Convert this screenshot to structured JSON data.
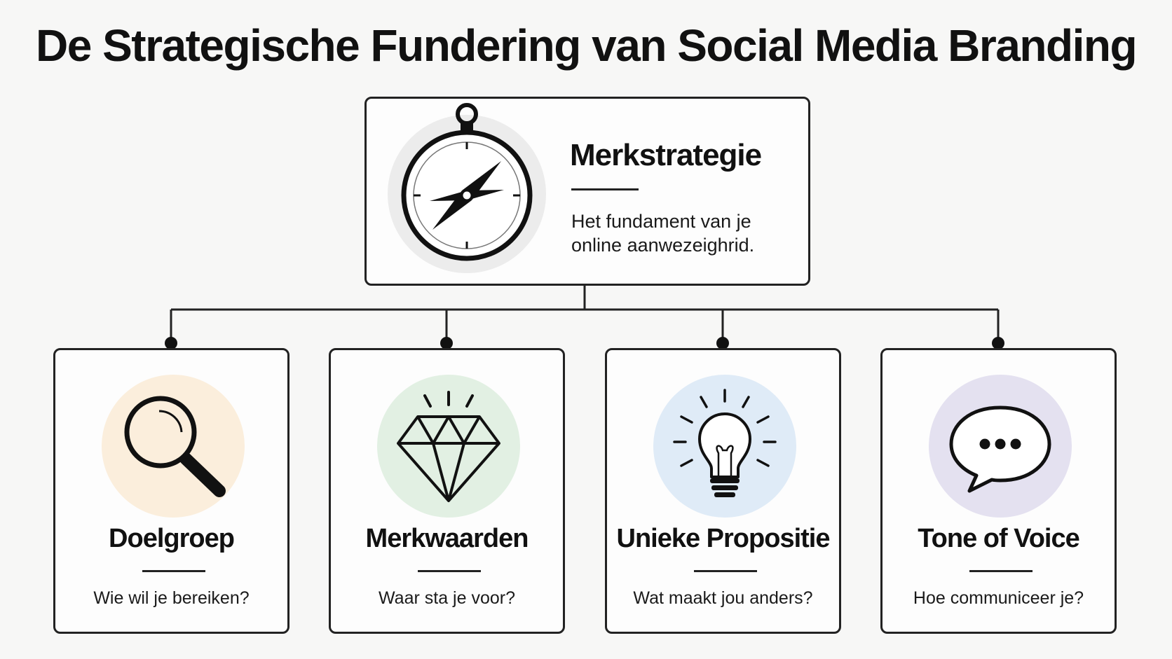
{
  "title": "De Strategische Fundering van Social Media Branding",
  "root": {
    "heading": "Merkstrategie",
    "description": "Het fundament van je online aanwezeighrid.",
    "icon": "compass-icon"
  },
  "pillars": [
    {
      "heading": "Doelgroep",
      "description": "Wie wil je bereiken?",
      "icon": "magnifier-icon",
      "color": "#fbeedc"
    },
    {
      "heading": "Merkwaarden",
      "description": "Waar sta je voor?",
      "icon": "diamond-icon",
      "color": "#e2f0e3"
    },
    {
      "heading": "Unieke Propositie",
      "description": "Wat maakt jou anders?",
      "icon": "lightbulb-icon",
      "color": "#dfebf7"
    },
    {
      "heading": "Tone of Voice",
      "description": "Hoe communiceer je?",
      "icon": "speech-bubble-icon",
      "color": "#e4e1f0"
    }
  ]
}
